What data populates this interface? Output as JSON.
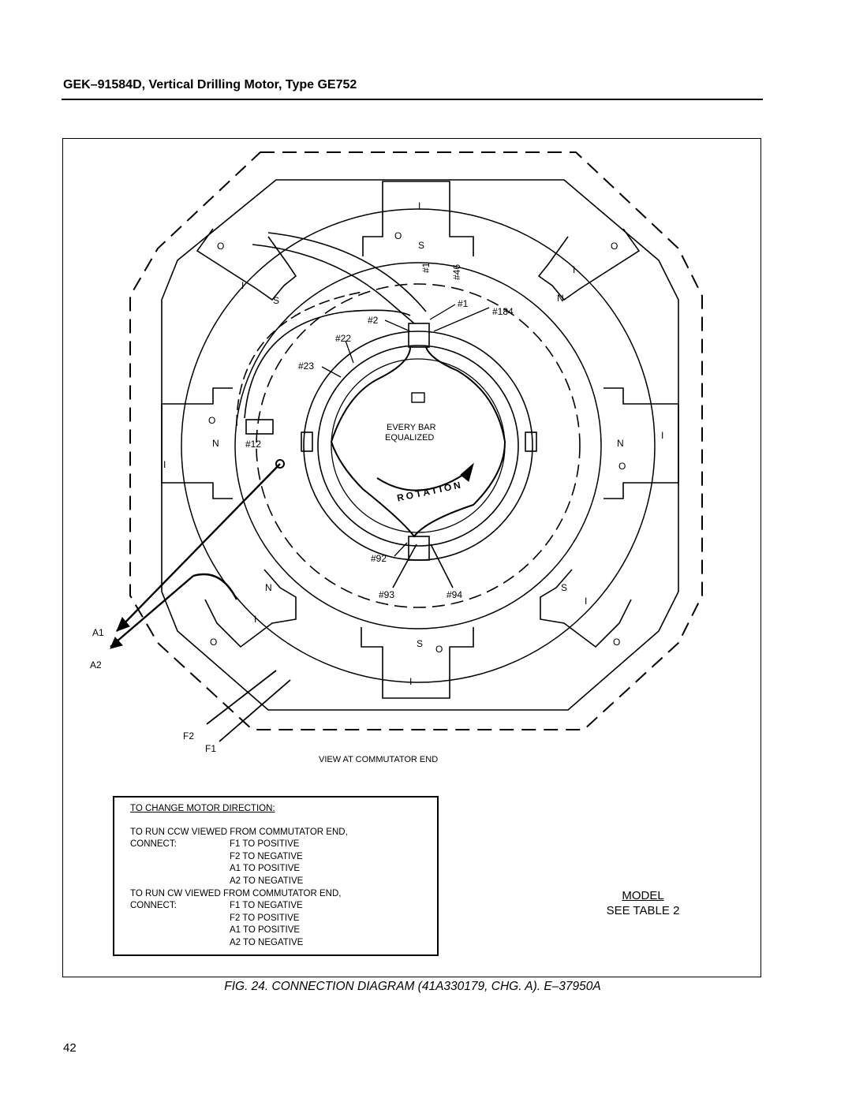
{
  "header": {
    "title": "GEK–91584D, Vertical Drilling Motor, Type GE752"
  },
  "diagram": {
    "center_text_1": "EVERY BAR",
    "center_text_2": "EQUALIZED",
    "rotation_text": "ROTATION",
    "view_label": "VIEW AT COMMUTATOR END",
    "wire_labels": [
      "#1",
      "#46",
      "#1",
      "#184",
      "#2",
      "#22",
      "#23",
      "#12",
      "#92",
      "#93",
      "#94"
    ],
    "terminals": {
      "a1": "A1",
      "a2": "A2",
      "f1": "F1",
      "f2": "F2"
    },
    "pole_letters": {
      "o": "O",
      "s": "S",
      "n": "N",
      "i": "I"
    }
  },
  "notes": {
    "title": "TO CHANGE MOTOR DIRECTION:",
    "ccw_heading": "TO RUN CCW VIEWED FROM COMMUTATOR END,",
    "ccw": [
      {
        "label": "CONNECT:",
        "value": "F1 TO POSITIVE"
      },
      {
        "label": "",
        "value": "F2 TO NEGATIVE"
      },
      {
        "label": "",
        "value": "A1 TO POSITIVE"
      },
      {
        "label": "",
        "value": "A2 TO NEGATIVE"
      }
    ],
    "cw_heading": "TO RUN CW VIEWED FROM COMMUTATOR END,",
    "cw": [
      {
        "label": "CONNECT:",
        "value": "F1 TO NEGATIVE"
      },
      {
        "label": "",
        "value": "F2 TO POSITIVE"
      },
      {
        "label": "",
        "value": "A1 TO POSITIVE"
      },
      {
        "label": "",
        "value": "A2 TO NEGATIVE"
      }
    ]
  },
  "model": {
    "line1": "MODEL",
    "line2": "SEE TABLE 2"
  },
  "caption": "FIG. 24.  CONNECTION DIAGRAM (41A330179, CHG. A).  E–37950A",
  "page_number": "42"
}
